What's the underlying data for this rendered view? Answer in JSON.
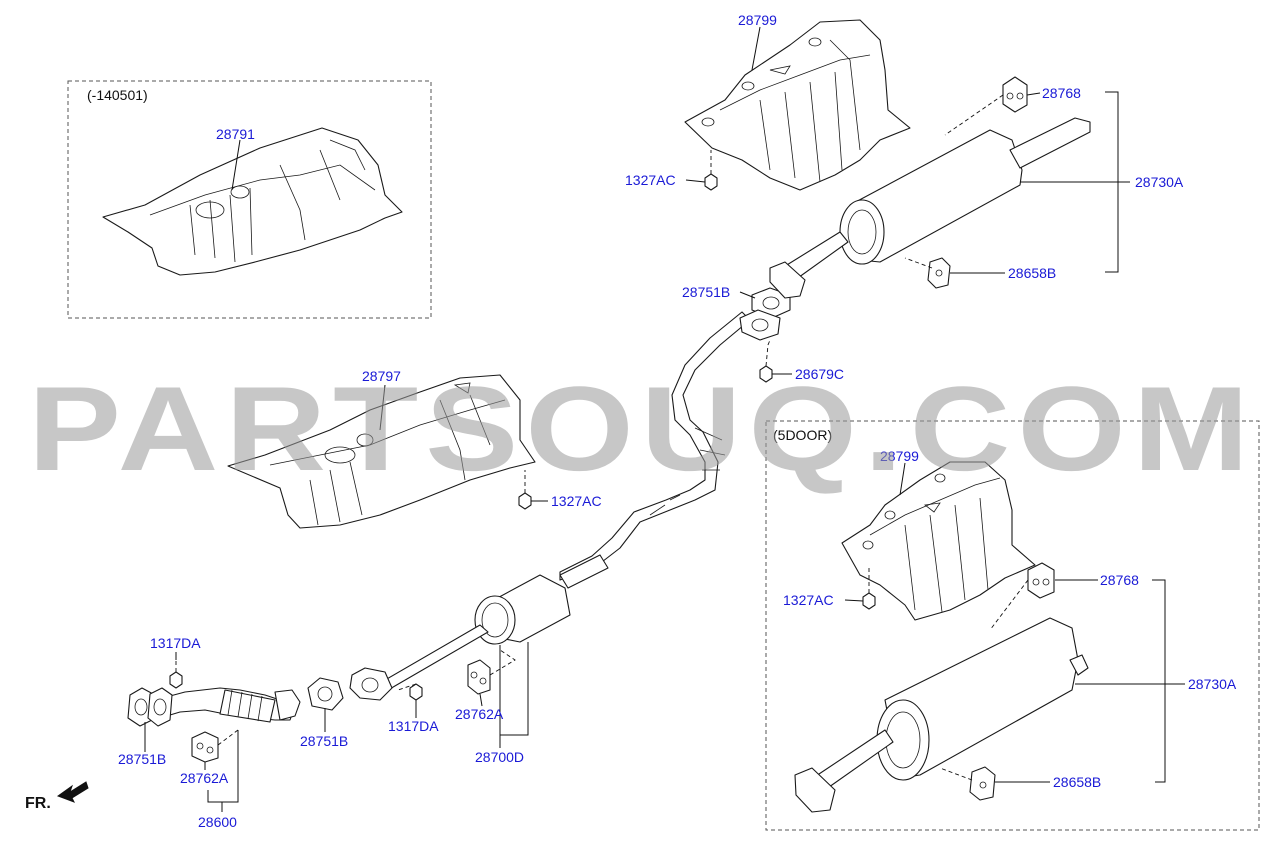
{
  "watermark": "PARTSOUQ.COM",
  "groups": {
    "prior": "(-140501)",
    "five_door": "(5DOOR)"
  },
  "direction": "FR.",
  "labels": {
    "p28791": "28791",
    "p28799_top": "28799",
    "p28768_top": "28768",
    "p1327ac_top": "1327AC",
    "p28730a_top": "28730A",
    "p28751b_mid": "28751B",
    "p28658b_top": "28658B",
    "p28679c": "28679C",
    "p28797": "28797",
    "p1327ac_mid": "1327AC",
    "p28799_5door": "28799",
    "p28768_5door": "28768",
    "p1327ac_5door": "1327AC",
    "p28730a_5door": "28730A",
    "p28658b_5door": "28658B",
    "p1317da_left": "1317DA",
    "p28751b_left": "28751B",
    "p28762a_left": "28762A",
    "p28600": "28600",
    "p28751b_center": "28751B",
    "p1317da_center": "1317DA",
    "p28762a_center": "28762A",
    "p28700d": "28700D"
  },
  "colors": {
    "label": "#1a1ad6",
    "line": "#1a1a1a",
    "watermark": "#9a9a9a"
  }
}
